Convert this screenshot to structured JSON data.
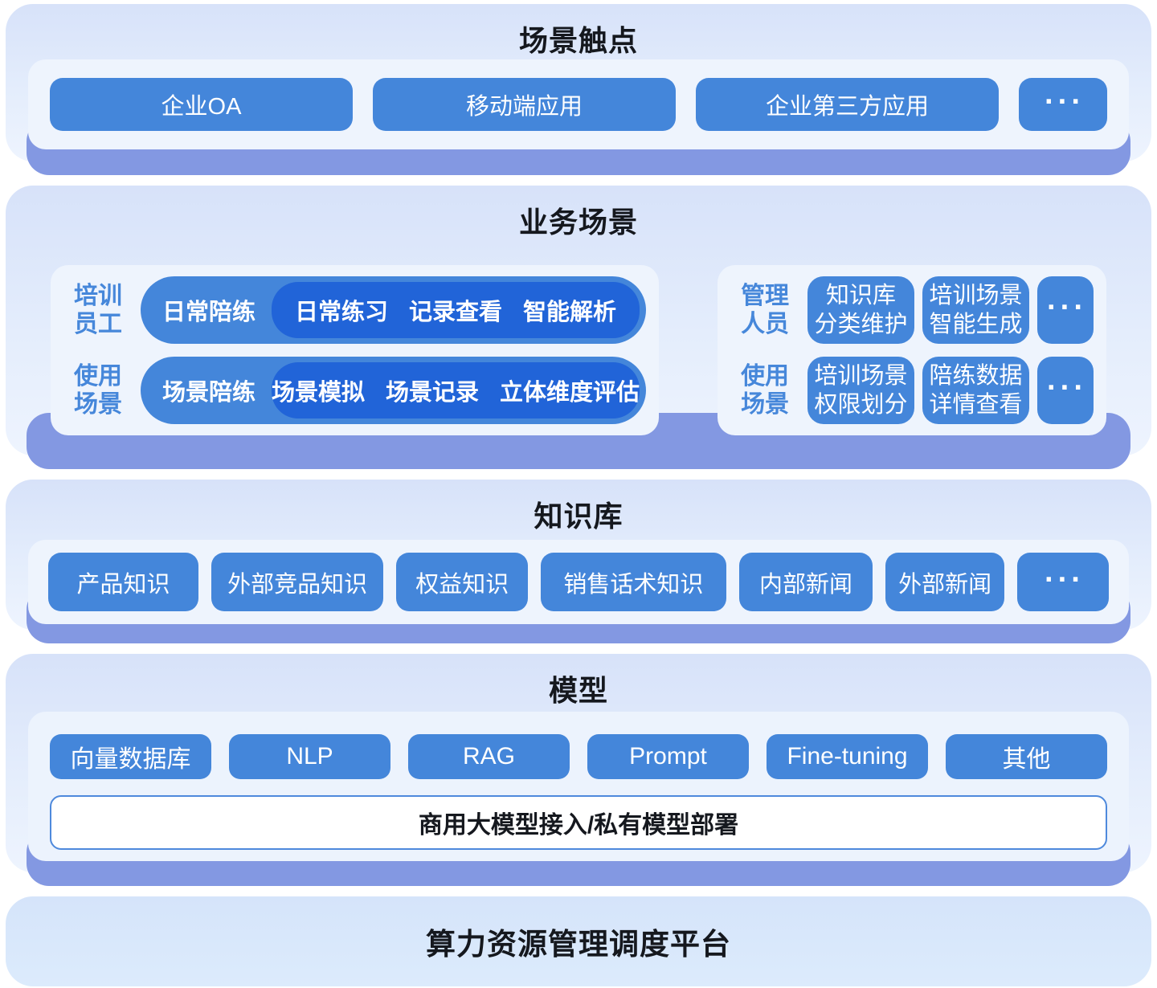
{
  "colors": {
    "accent_blue": "#4486da",
    "deep_blue": "#2164d8",
    "panel_shadow": "#8398e2",
    "panel_fill_top": "#d7e2f9",
    "tray_fill": "#eef4fd",
    "title_dark": "#15181e"
  },
  "icons": {
    "more": "···"
  },
  "diagram": {
    "touchpoints": {
      "title": "场景触点",
      "items": [
        "企业OA",
        "移动端应用",
        "企业第三方应用"
      ]
    },
    "business": {
      "title": "业务场景",
      "left": {
        "rows": [
          {
            "label": [
              "培训",
              "员工"
            ],
            "pill": "日常陪练",
            "chips": [
              "日常练习",
              "记录查看",
              "智能解析"
            ]
          },
          {
            "label": [
              "使用",
              "场景"
            ],
            "pill": "场景陪练",
            "chips": [
              "场景模拟",
              "场景记录",
              "立体维度评估"
            ]
          }
        ]
      },
      "right": {
        "rows": [
          {
            "label": [
              "管理",
              "人员"
            ],
            "buttons": [
              {
                "lines": [
                  "知识库",
                  "分类维护"
                ]
              },
              {
                "lines": [
                  "培训场景",
                  "智能生成"
                ]
              }
            ]
          },
          {
            "label": [
              "使用",
              "场景"
            ],
            "buttons": [
              {
                "lines": [
                  "培训场景",
                  "权限划分"
                ]
              },
              {
                "lines": [
                  "陪练数据",
                  "详情查看"
                ]
              }
            ]
          }
        ]
      }
    },
    "knowledge": {
      "title": "知识库",
      "items": [
        "产品知识",
        "外部竞品知识",
        "权益知识",
        "销售话术知识",
        "内部新闻",
        "外部新闻"
      ]
    },
    "model": {
      "title": "模型",
      "items": [
        "向量数据库",
        "NLP",
        "RAG",
        "Prompt",
        "Fine-tuning",
        "其他"
      ],
      "banner": "商用大模型接入/私有模型部署"
    },
    "platform": {
      "title": "算力资源管理调度平台"
    }
  }
}
